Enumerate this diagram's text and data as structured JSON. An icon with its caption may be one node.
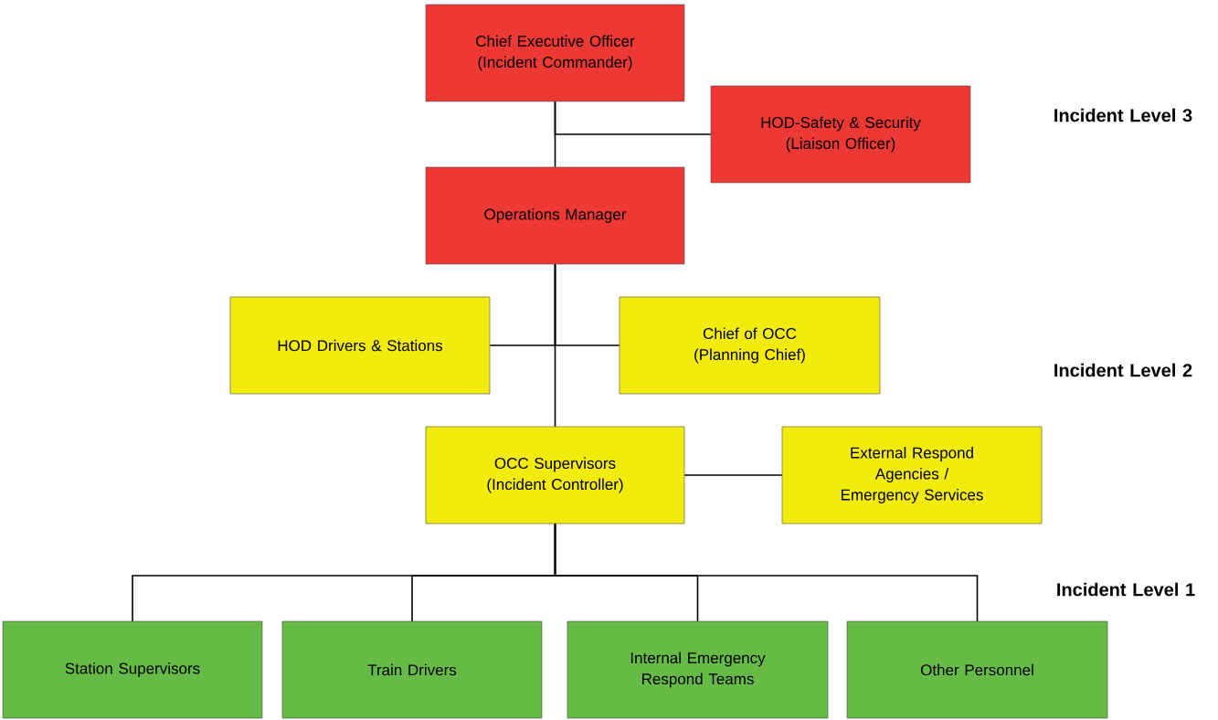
{
  "diagram": {
    "nodes": [
      {
        "text": [
          "Chief Executive Officer (Incident Commander)"
        ]
      },
      {
        "text": [
          "HOD-Safety & Security (Liaison Officer)"
        ]
      },
      {
        "text": [
          "Operations Manager"
        ]
      },
      {
        "text": [
          "HOD Drivers & Stations"
        ]
      },
      {
        "text": [
          "Chief of OCC (Planning Chief)"
        ]
      },
      {
        "text": [
          "OCC Supervisors (Incident Controller)"
        ]
      },
      {
        "text": [
          "External Respond Agencies / Emergency Services"
        ]
      },
      {
        "text": [
          "Station Supervisors"
        ]
      },
      {
        "text": [
          "Train Drivers"
        ]
      },
      {
        "text": [
          "Internal Emergency Respond Teams"
        ]
      },
      {
        "text": [
          "Other Personnel"
        ]
      }
    ],
    "edges": [
      {
        "from": 0,
        "to": 2,
        "arrow": "none"
      },
      {
        "from": 0,
        "to": 1,
        "arrow": "none"
      },
      {
        "from": 2,
        "to": 5,
        "arrow": "none"
      },
      {
        "from": 2,
        "to": 3,
        "arrow": "none"
      },
      {
        "from": 2,
        "to": 4,
        "arrow": "none"
      },
      {
        "from": 5,
        "to": 6,
        "arrow": "none"
      },
      {
        "from": 5,
        "to": 7,
        "arrow": "none"
      },
      {
        "from": 5,
        "to": 8,
        "arrow": "none"
      },
      {
        "from": 5,
        "to": 9,
        "arrow": "none"
      },
      {
        "from": 5,
        "to": 10,
        "arrow": "none"
      }
    ],
    "labels": [
      "Incident Level 3",
      "Incident Level 2",
      "Incident Level 1"
    ]
  }
}
